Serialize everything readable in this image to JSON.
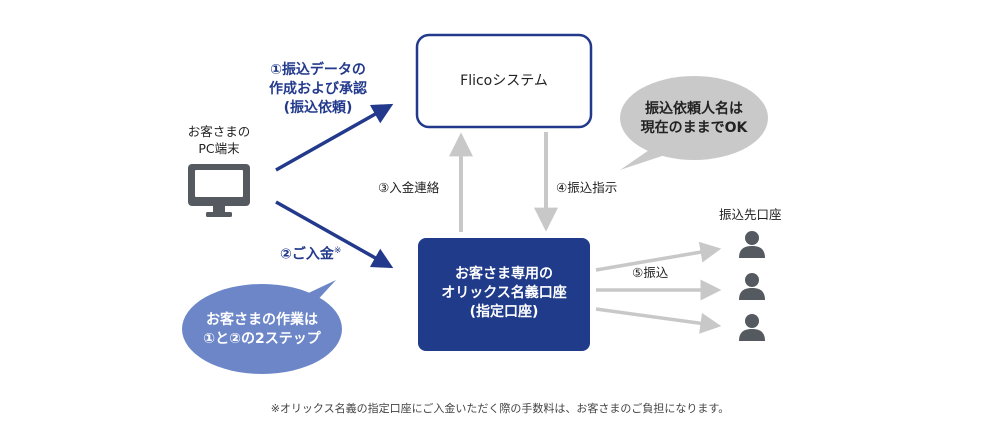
{
  "pc": {
    "label_line1": "お客さまの",
    "label_line2": "PC端末",
    "icon": "monitor-icon"
  },
  "steps": {
    "step1_line1": "①振込データの",
    "step1_line2": "作成および承認",
    "step1_line3": "(振込依頼)",
    "step2_main": "②ご入金",
    "step2_mark": "※",
    "step3": "③入金連絡",
    "step4": "④振込指示",
    "step5": "⑤振込"
  },
  "flico_box": {
    "label": "Flicoシステム"
  },
  "account_box": {
    "line1": "お客さま専用の",
    "line2": "オリックス名義口座",
    "line3": "(指定口座)"
  },
  "bubble_gray": {
    "line1": "振込依頼人名は",
    "line2": "現在のままでOK"
  },
  "bubble_blue": {
    "line1": "お客さまの作業は",
    "line2": "①と②の2ステップ"
  },
  "recipients": {
    "label": "振込先口座",
    "icon": "person-icon",
    "count": 3
  },
  "footnote": "※オリックス名義の指定口座にご入金いただく際の手数料は、お客さまのご負担になります。",
  "colors": {
    "navy": "#233a8c",
    "navy_box": "#1f3b8a",
    "gray_arrow": "#c8c8c8",
    "gray_bubble": "#c9c9c9",
    "blue_bubble": "#6c86c8",
    "icon_gray": "#555a60"
  }
}
